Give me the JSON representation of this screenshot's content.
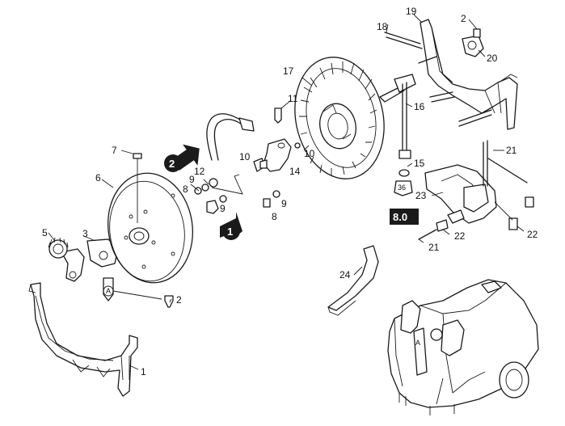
{
  "labels": {
    "p1": "1",
    "p2a": "2",
    "p2b": "2",
    "p3": "3",
    "p5": "5",
    "p6": "6",
    "p7": "7",
    "p8a": "8",
    "p8b": "8",
    "p9a": "9",
    "p9b": "9",
    "p9c": "9",
    "p10a": "10",
    "p10b": "10",
    "p11": "11",
    "p12": "12",
    "p14": "14",
    "p15": "15",
    "p16": "16",
    "p17": "17",
    "p18": "18",
    "p19": "19",
    "p20": "20",
    "p21a": "21",
    "p21b": "21",
    "p22a": "22",
    "p22b": "22",
    "p23": "23",
    "p24": "24"
  },
  "steps": {
    "step1": "1",
    "step2": "2"
  },
  "badge": {
    "version": "8.0"
  },
  "markers": {
    "a1": "A",
    "a2": "A",
    "ring": "36"
  }
}
